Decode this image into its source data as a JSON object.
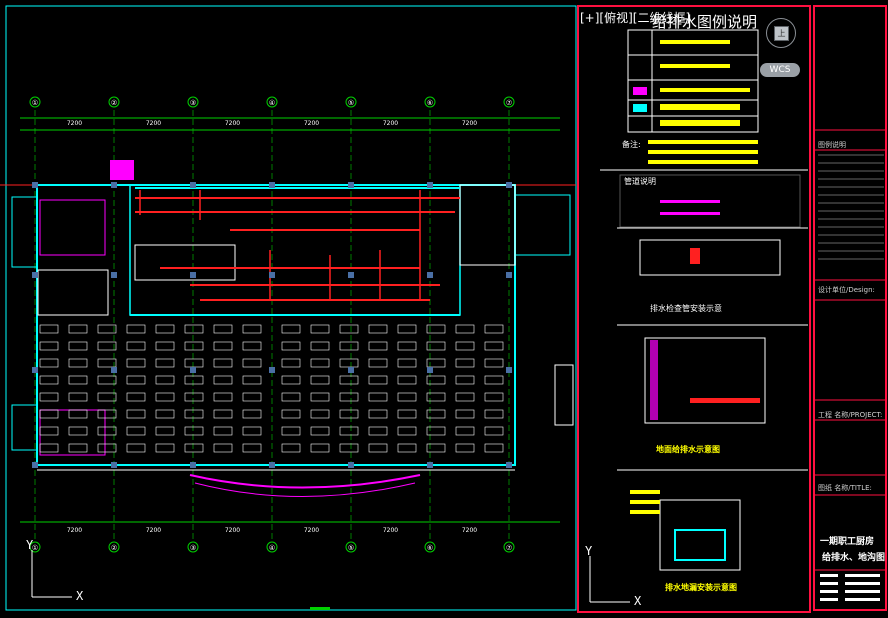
{
  "viewport": {
    "view_control_label": "[+][俯视][二维线框]",
    "view_cube_label": "上",
    "wcs_label": "WCS"
  },
  "legend": {
    "title": "给排水图例说明",
    "remark_label": "备注:",
    "detail_label": "管道说明",
    "section1_caption": "排水检查管安装示意",
    "section2_caption": "地面给排水示意图",
    "section3_caption": "排水地漏安装示意图"
  },
  "title_block": {
    "legend_label": "图例说明",
    "design_unit_label": "设计单位/Design:",
    "drawing_name_label": "工程 名称/PROJECT:",
    "drawing_no_label": "图纸 名称/TITLE:",
    "project_name": "一期职工厨房",
    "drawing_title": "给排水、地沟图"
  },
  "ucs": {
    "x_label": "X",
    "y_label": "Y"
  },
  "grid": {
    "axis_labels": [
      "①",
      "②",
      "③",
      "④",
      "⑤",
      "⑥",
      "⑦"
    ],
    "top_dims": [
      "7200",
      "7200",
      "7200",
      "7200",
      "7200",
      "7200"
    ],
    "bottom_dims": [
      "7200",
      "7200",
      "7200",
      "7200",
      "7200",
      "7200"
    ]
  },
  "colors": {
    "background": "#000000",
    "wall": "#00ffff",
    "pipe_red": "#ff2020",
    "grid_green": "#00d000",
    "magenta": "#ff00ff",
    "yellow": "#ffff00",
    "frame_red": "#ff1040"
  }
}
